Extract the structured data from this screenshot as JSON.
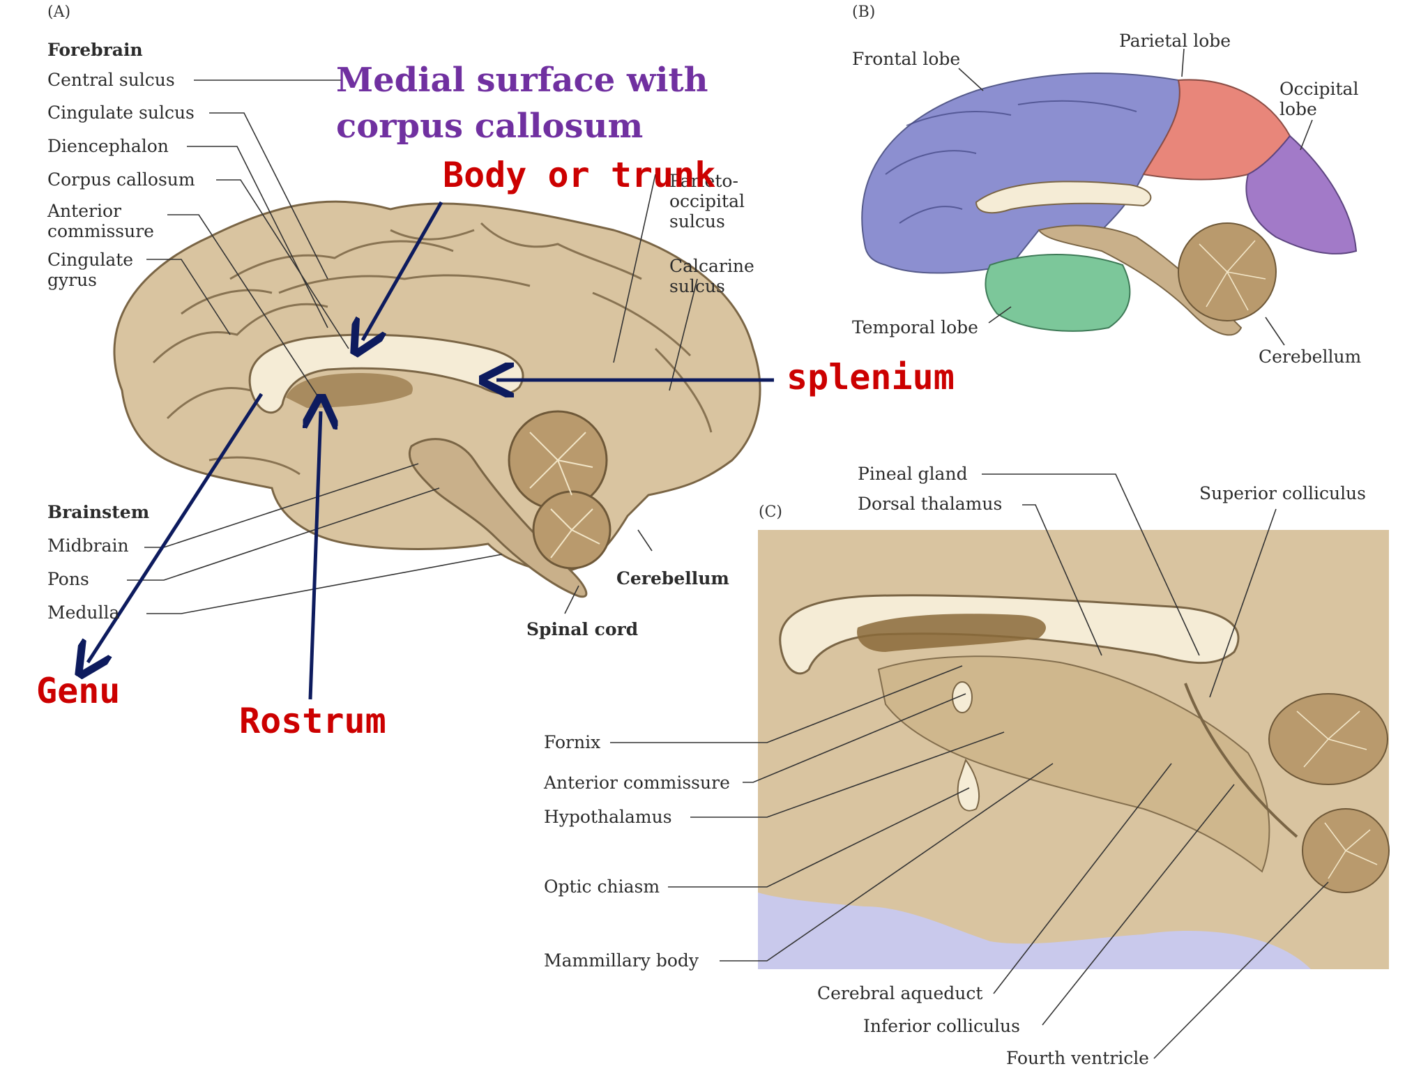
{
  "panel_a": {
    "tag": "(A)",
    "title": "Medial surface with corpus callosum",
    "forebrain_heading": "Forebrain",
    "forebrain_labels": [
      "Central sulcus",
      "Cingulate sulcus",
      "Diencephalon",
      "Corpus callosum",
      "Anterior commissure",
      "Cingulate gyrus"
    ],
    "right_labels": {
      "parieto_occipital": "Parieto-occipital sulcus",
      "calcarine": "Calcarine sulcus",
      "cerebellum": "Cerebellum",
      "spinal_cord": "Spinal cord"
    },
    "brainstem_heading": "Brainstem",
    "brainstem_labels": [
      "Midbrain",
      "Pons",
      "Medulla"
    ],
    "annotations": {
      "body": "Body or trunk",
      "splenium": "splenium",
      "genu": "Genu",
      "rostrum": "Rostrum"
    }
  },
  "panel_b": {
    "tag": "(B)",
    "labels": {
      "frontal": "Frontal lobe",
      "parietal": "Parietal lobe",
      "occipital": "Occipital lobe",
      "temporal": "Temporal lobe",
      "cerebellum": "Cerebellum"
    },
    "colors": {
      "frontal": "#8c8fd0",
      "parietal": "#e8867a",
      "occipital": "#a27ac8",
      "temporal": "#7cc79a"
    }
  },
  "panel_c": {
    "tag": "(C)",
    "top_labels": [
      "Pineal gland",
      "Dorsal thalamus"
    ],
    "superior_colliculus": "Superior colliculus",
    "left_labels": [
      "Fornix",
      "Anterior commissure",
      "Hypothalamus",
      "Optic chiasm",
      "Mammillary body"
    ],
    "bottom_labels": [
      "Cerebral aqueduct",
      "Inferior colliculus",
      "Fourth ventricle"
    ]
  },
  "colors": {
    "annotation_red": "#cc0000",
    "title_purple": "#7030a0",
    "arrow_navy": "#0d1b5e",
    "brain_tan": "#d9c4a0"
  }
}
